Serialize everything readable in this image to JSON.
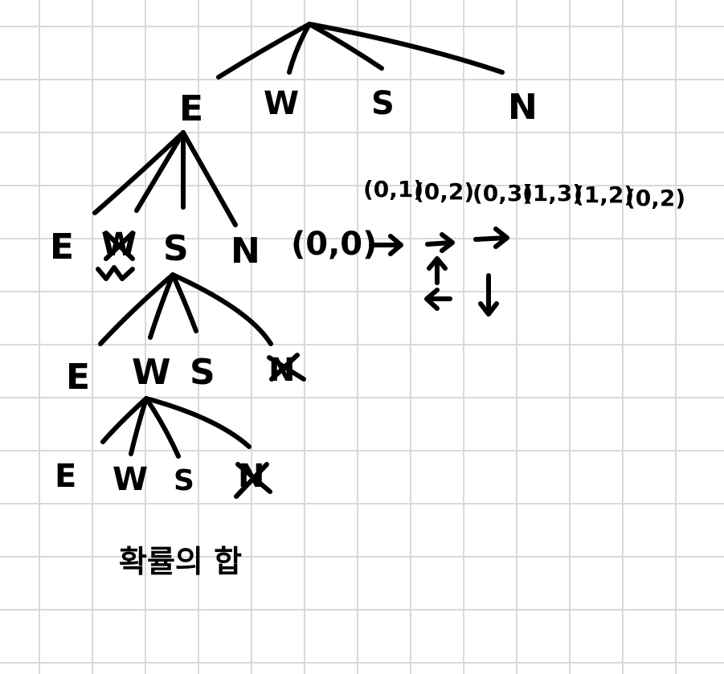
{
  "tree": {
    "level1": [
      "E",
      "W",
      "S",
      "N"
    ],
    "level2": [
      "E",
      "W",
      "S",
      "N"
    ],
    "level3": [
      "E",
      "W",
      "S",
      "N"
    ],
    "level4": [
      "E",
      "W",
      "S",
      "N"
    ]
  },
  "path": {
    "start": "(0,0)",
    "coords": [
      "(0,1)",
      "(0,2)",
      "(0,3)",
      "(1,3)",
      "(1,2)",
      "(0,2)"
    ]
  },
  "note": "확률의 합"
}
